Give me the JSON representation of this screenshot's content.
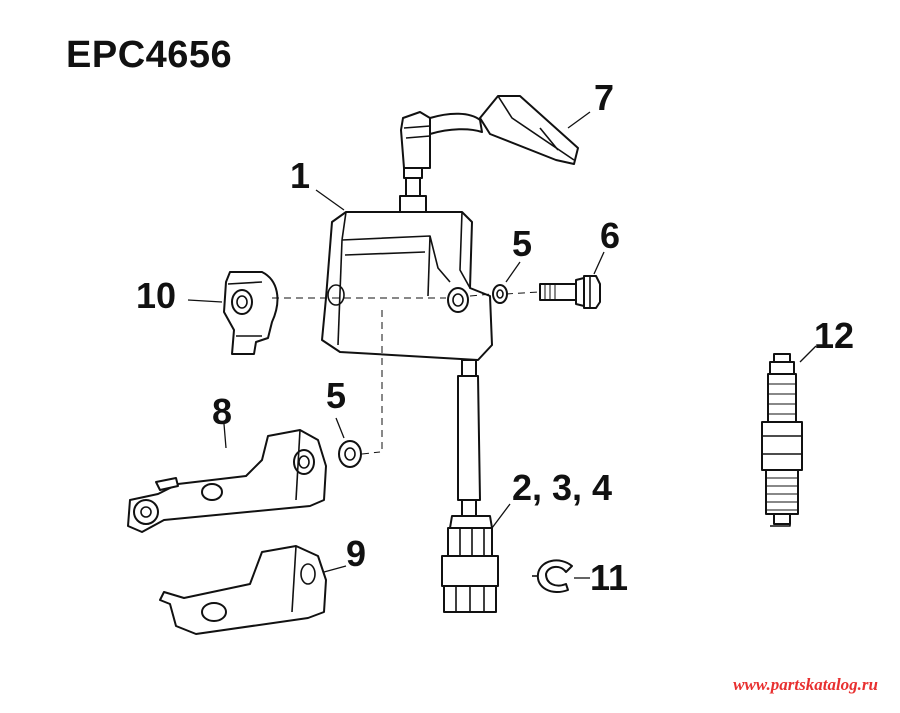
{
  "diagram": {
    "title": "EPC4656",
    "callouts": [
      {
        "id": "1",
        "label": "1"
      },
      {
        "id": "2-3-4",
        "label": "2, 3, 4"
      },
      {
        "id": "5a",
        "label": "5"
      },
      {
        "id": "5b",
        "label": "5"
      },
      {
        "id": "6",
        "label": "6"
      },
      {
        "id": "7",
        "label": "7"
      },
      {
        "id": "8",
        "label": "8"
      },
      {
        "id": "9",
        "label": "9"
      },
      {
        "id": "10",
        "label": "10"
      },
      {
        "id": "11",
        "label": "11"
      },
      {
        "id": "12",
        "label": "12"
      }
    ],
    "watermark": "www.partskatalog.ru",
    "colors": {
      "line": "#111111",
      "watermark": "#e83030",
      "background": "#ffffff"
    }
  }
}
